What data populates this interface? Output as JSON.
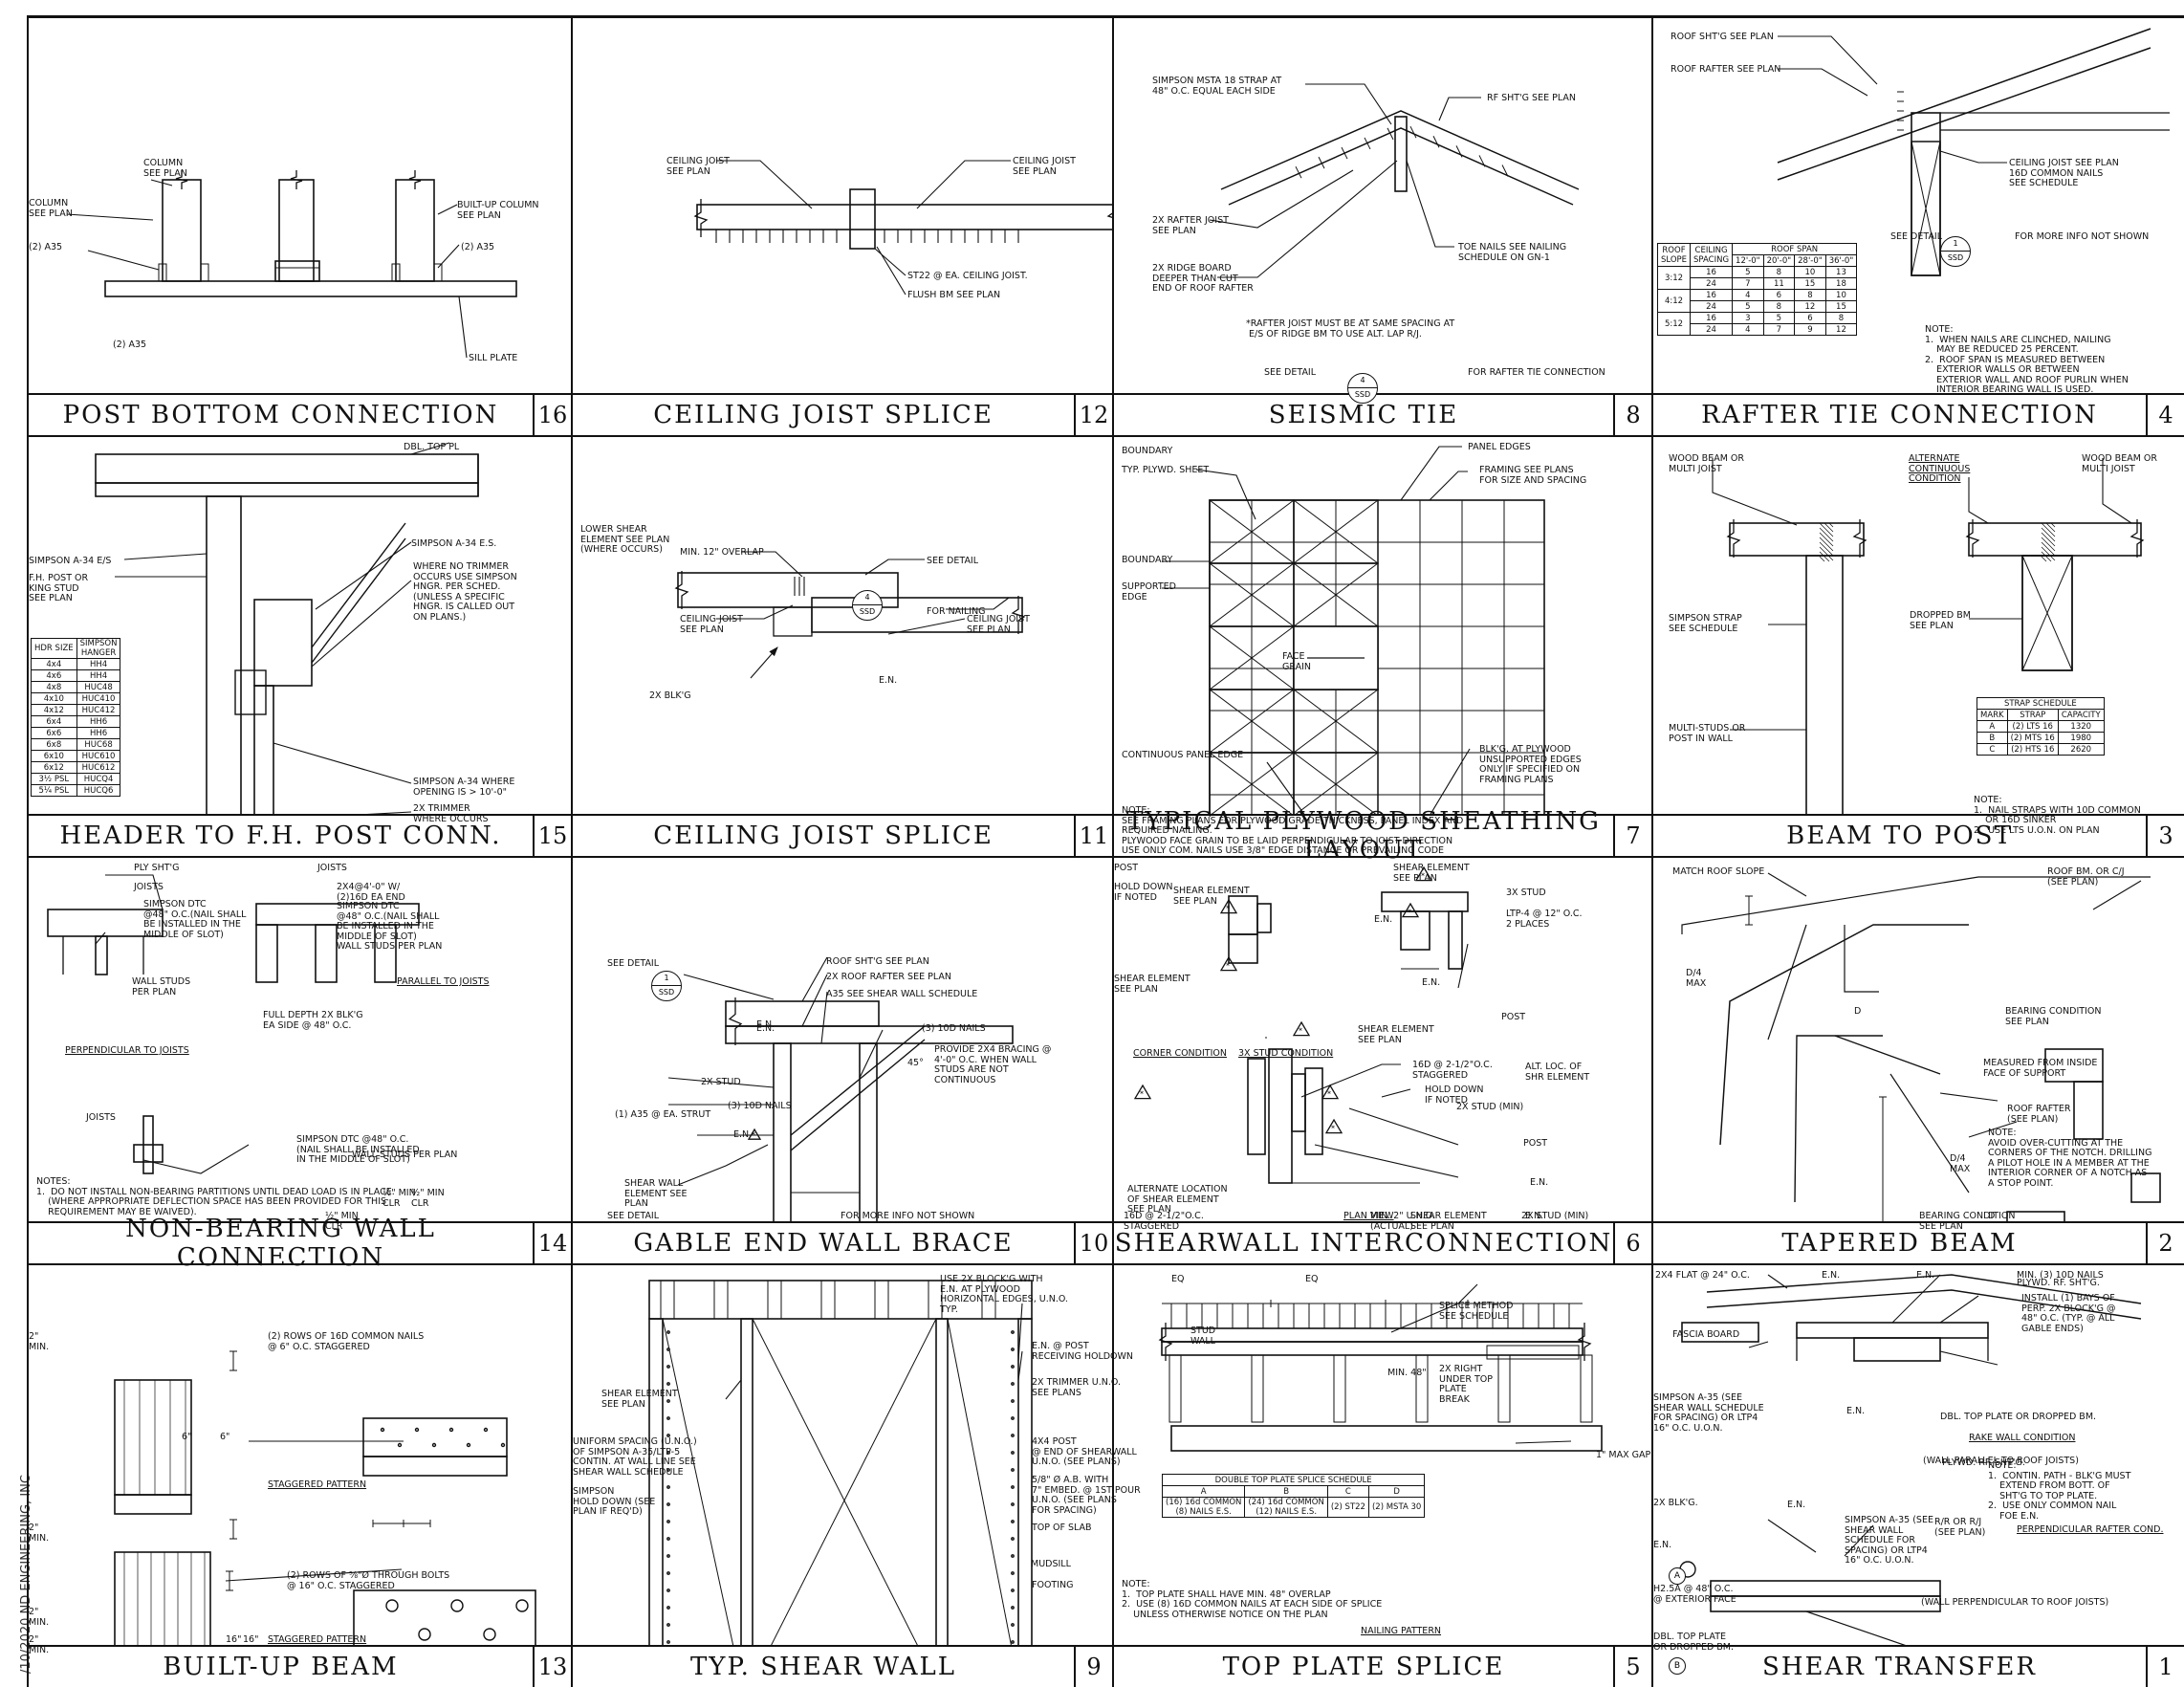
{
  "sheet": {
    "side_note": "/10/2020 ND ENGINEERING, INC",
    "details": [
      {
        "num": "16",
        "title": "POST BOTTOM CONNECTION",
        "labels": [
          "COLUMN\nSEE PLAN",
          "COLUMN\nSEE PLAN",
          "(2) A35",
          "(2) A35",
          "BUILT-UP COLUMN\nSEE PLAN",
          "(2) A35",
          "SILL PLATE"
        ]
      },
      {
        "num": "12",
        "title": "CEILING JOIST SPLICE",
        "labels": [
          "CEILING JOIST\nSEE PLAN",
          "CEILING JOIST\nSEE PLAN",
          "ST22 @ EA. CEILING JOIST.",
          "FLUSH BM SEE PLAN"
        ]
      },
      {
        "num": "8",
        "title": "SEISMIC TIE",
        "labels": [
          "SIMPSON MSTA 18 STRAP AT\n48\" O.C. EQUAL EACH SIDE",
          "RF SHT'G SEE PLAN",
          "2x RAFTER JOIST\nSEE PLAN",
          "2x RIDGE BOARD\nDEEPER THAN CUT\nEND OF ROOF RAFTER",
          "TOE NAILS SEE NAILING\nSCHEDULE ON GN-1",
          "*RAFTER JOIST MUST BE AT SAME SPACING AT\n E/S OF RIDGE BM TO USE ALT. LAP R/J.",
          "SEE DETAIL",
          "FOR RAFTER TIE CONNECTION"
        ],
        "bubble": {
          "top": "4",
          "bottom": "SSD"
        }
      },
      {
        "num": "4",
        "title": "RAFTER TIE CONNECTION",
        "labels": [
          "ROOF SHT'G SEE PLAN",
          "ROOF RAFTER SEE PLAN",
          "CEILING JOIST SEE PLAN\n16d COMMON NAILS\nSEE SCHEDULE",
          "SEE DETAIL",
          "FOR MORE INFO NOT SHOWN"
        ],
        "bubble": {
          "top": "1",
          "bottom": "SSD"
        },
        "table": {
          "head1": [
            "ROOF\nSLOPE",
            "CEILING\nSPACING",
            "ROOF SPAN"
          ],
          "spans": [
            "12'-0\"",
            "20'-0\"",
            "28'-0\"",
            "36'-0\""
          ],
          "rows": [
            [
              "3:12",
              "16",
              "5",
              "8",
              "10",
              "13"
            ],
            [
              "",
              "24",
              "7",
              "11",
              "15",
              "18"
            ],
            [
              "4:12",
              "16",
              "4",
              "6",
              "8",
              "10"
            ],
            [
              "",
              "24",
              "5",
              "8",
              "12",
              "15"
            ],
            [
              "5:12",
              "16",
              "3",
              "5",
              "6",
              "8"
            ],
            [
              "",
              "24",
              "4",
              "7",
              "9",
              "12"
            ]
          ]
        },
        "notes": [
          "NOTE:",
          "1.  WHEN NAILS ARE CLINCHED, NAILING\n    MAY BE REDUCED 25 PERCENT.",
          "2.  ROOF SPAN IS MEASURED BETWEEN\n    EXTERIOR WALLS OR BETWEEN\n    EXTERIOR WALL AND ROOF PURLIN WHEN\n    INTERIOR BEARING WALL IS USED."
        ]
      },
      {
        "num": "15",
        "title": "HEADER TO F.H. POST CONN.",
        "labels": [
          "DBL. TOP PL",
          "SIMPSON A-34 E/S",
          "F.H. POST OR\nKING STUD\nSEE PLAN",
          "SIMPSON A-34 E.S.",
          "WHERE NO TRIMMER\nOCCURS USE SIMPSON\nHNGR. PER SCHED.\n(UNLESS A SPECIFIC\nHNGR. IS CALLED OUT\nON PLANS.)",
          "SIMPSON A-34 WHERE\nOPENING IS > 10'-0\"",
          "2x TRIMMER\nWHERE OCCURS"
        ],
        "table": {
          "head": [
            "HDR SIZE",
            "SIMPSON\nHANGER"
          ],
          "rows": [
            [
              "4x4",
              "HH4"
            ],
            [
              "4x6",
              "HH4"
            ],
            [
              "4x8",
              "HUC48"
            ],
            [
              "4x10",
              "HUC410"
            ],
            [
              "4x12",
              "HUC412"
            ],
            [
              "6x4",
              "HH6"
            ],
            [
              "6x6",
              "HH6"
            ],
            [
              "6x8",
              "HUC68"
            ],
            [
              "6x10",
              "HUC610"
            ],
            [
              "6x12",
              "HUC612"
            ],
            [
              "3½ PSL",
              "HUCQ4"
            ],
            [
              "5¼ PSL",
              "HUCQ6"
            ]
          ]
        }
      },
      {
        "num": "11",
        "title": "CEILING JOIST SPLICE",
        "labels": [
          "MIN. 12\" OVERLAP",
          "SEE DETAIL",
          "FOR NAILING",
          "CEILING JOIST\nSEE PLAN",
          "CEILING JOIST\nSEE PLAN",
          "E.N.",
          "2x BLK'G",
          "LOWER SHEAR\nELEMENT SEE PLAN\n(WHERE OCCURS)"
        ],
        "bubble": {
          "top": "4",
          "bottom": "SSD"
        }
      },
      {
        "num": "7",
        "title": "TYPICAL PLYWOOD SHEATHING LAYOUT",
        "labels": [
          "BOUNDARY",
          "TYP. PLYWD. SHEET",
          "PANEL EDGES",
          "FRAMING SEE PLANS\nFOR SIZE AND SPACING",
          "BOUNDARY",
          "SUPPORTED\nEDGE",
          "FACE\nGRAIN",
          "CONTINUOUS PANEL EDGE",
          "BLK'G. AT PLYWOOD\nUNSUPPORTED EDGES\nONLY IF SPECIFIED ON\nFRAMING PLANS"
        ],
        "notes": [
          "NOTE:",
          "SEE FRAMING PLANS FOR PLYWOOD GRADE,THICKNESS, PANEL INDEX AND\nREQUIRED NAILING.",
          "PLYWOOD FACE GRAIN TO BE LAID PERPENDICULAR TO JOIST DIRECTION",
          "USE ONLY COM. NAILS USE 3/8\" EDGE DISTANCE OR PREVAILING CODE"
        ]
      },
      {
        "num": "3",
        "title": "BEAM TO POST",
        "labels": [
          "WOOD BEAM OR\nMULTI JOIST",
          "ALTERNATE\nCONTINUOUS\nCONDITION",
          "WOOD BEAM OR\nMULTI JOIST",
          "SIMPSON STRAP\nSEE SCHEDULE",
          "DROPPED BM\nSEE PLAN",
          "MULTI-STUDS OR\nPOST IN WALL"
        ],
        "table": {
          "title": "STRAP SCHEDULE",
          "head": [
            "MARK",
            "STRAP",
            "CAPACITY"
          ],
          "rows": [
            [
              "A",
              "(2) LTS 16",
              "1320"
            ],
            [
              "B",
              "(2) MTS 16",
              "1980"
            ],
            [
              "C",
              "(2) HTS 16",
              "2620"
            ]
          ]
        },
        "notes": [
          "NOTE:",
          "1.  NAIL STRAPS WITH 10d COMMON\n    OR 16d SINKER",
          "2.  USE LTS U.O.N. ON PLAN"
        ]
      },
      {
        "num": "14",
        "title": "NON-BEARING WALL CONNECTION",
        "labels": [
          "PLY SHT'G",
          "JOISTS",
          "SIMPSON DTC\n@48\" O.C.(NAIL SHALL\nBE INSTALLED IN THE\nMIDDLE OF SLOT)",
          "WALL STUDS\nPER PLAN",
          "PERPENDICULAR TO JOISTS",
          "JOISTS",
          "2x4@4'-0\" w/\n(2)16d EA END",
          "SIMPSON DTC\n@48\" O.C.(NAIL SHALL\nBE INSTALLED IN THE\nMIDDLE OF SLOT)\nWALL STUDS PER PLAN",
          "PARALLEL TO JOISTS",
          "FULL DEPTH 2x BLK'G\nEA SIDE @ 48\" O.C.",
          "JOISTS",
          "SIMPSON DTC @48\" O.C.\n(NAIL SHALL BE INSTALLED\nIN THE MIDDLE OF SLOT)",
          "WALL STUDS PER PLAN",
          "½\" MIN\nCLR",
          "½\" MIN\nCLR",
          "½\" MIN\nCLR"
        ],
        "notes": [
          "NOTES:",
          "1.  DO NOT INSTALL NON-BEARING PARTITIONS UNTIL DEAD LOAD IS IN PLACE.\n    (WHERE APPROPRIATE DEFLECTION SPACE HAS BEEN PROVIDED FOR THIS\n    REQUIREMENT MAY BE WAIVED)."
        ]
      },
      {
        "num": "10",
        "title": "GABLE END WALL BRACE",
        "labels": [
          "SEE DETAIL",
          "ROOF SHT'G SEE PLAN",
          "2x ROOF RAFTER SEE PLAN",
          "A35 SEE SHEAR WALL SCHEDULE",
          "E.N.",
          "E.N.",
          "(3) 10d NAILS",
          "PROVIDE 2x4 BRACING @\n4'-0\" O.C. WHEN WALL\nSTUDS ARE NOT\nCONTINUOUS",
          "2x STUD",
          "(3) 10d NAILS",
          "45°",
          "(1) A35 @ EA. STRUT",
          "E.N.",
          "SHEAR WALL\nELEMENT SEE\nPLAN",
          "SEE DETAIL",
          "FOR MORE INFO NOT SHOWN"
        ],
        "bubble": {
          "top": "1",
          "bottom": "SSD"
        }
      },
      {
        "num": "6",
        "title": "SHEARWALL INTERCONNECTION",
        "labels": [
          "POST",
          "HOLD DOWN\nIF NOTED",
          "SHEAR ELEMENT\nSEE PLAN",
          "SHEAR ELEMENT\nSEE PLAN",
          "E.N.",
          "SHEAR ELEMENT\nSEE PLAN",
          "3x STUD",
          "LTP-4 @ 12\" O.C.\n2 PLACES",
          "E.N.",
          "POST",
          "CORNER CONDITION",
          "3x STUD CONDITION",
          "SHEAR ELEMENT\nSEE PLAN",
          "16d @ 2-1/2\"O.C.\nSTAGGERED",
          "ALT. LOC. OF\nSHR ELEMENT",
          "HOLD DOWN\nIF NOTED",
          "2x STUD (MIN)",
          "POST",
          "E.N.",
          "E.N.",
          "SHEAR ELEMENT\nSEE PLAN",
          "2x STUD (MIN)",
          "MIN. 2\" U.N.O.\n(ACTUAL)",
          "ALTERNATE LOCATION\nOF SHEAR ELEMENT\nSEE PLAN",
          "16d @ 2-1/2\"O.C.\nSTAGGERED",
          "PLAN VIEW"
        ]
      },
      {
        "num": "2",
        "title": "TAPERED BEAM",
        "labels": [
          "MATCH ROOF SLOPE",
          "ROOF BM. OR C/J\n(SEE PLAN)",
          "D/4\nMAX",
          "D",
          "BEARING CONDITION\nSEE PLAN",
          "MEASURED FROM INSIDE\nFACE OF SUPPORT",
          "ROOF RAFTER\n(SEE PLAN)",
          "NOTE:\nAVOID OVER-CUTTING AT THE\nCORNERS OF THE NOTCH. DRILLING\nA PILOT HOLE IN A MEMBER AT THE\nINTERIOR CORNER OF A NOTCH AS\nA STOP POINT.",
          "D/4\nMAX",
          "D",
          "BEARING CONDITION\nSEE PLAN"
        ]
      },
      {
        "num": "13",
        "title": "BUILT-UP BEAM",
        "labels": [
          "2\"\nMIN.",
          "(2) ROWS OF 16d COMMON NAILS\n@ 6\" O.C. STAGGERED",
          "6\"",
          "6\"",
          "STAGGERED PATTERN",
          "2\"\nMIN.",
          "2\"\nMIN.",
          "(2) ROWS OF ⅝\"ø THROUGH BOLTS\n@ 16\" O.C. STAGGERED",
          "16\"",
          "16\"",
          "STAGGERED PATTERN",
          "2\"\nMIN."
        ]
      },
      {
        "num": "9",
        "title": "TYP. SHEAR WALL",
        "labels": [
          "UNIFORM SPACING (U.N.O.)\nOF SIMPSON A-35/LTP-5\nCONTIN. AT WALL LINE SEE\nSHEAR WALL SCHEDULE",
          "USE 2x BLOCK'G WITH\nE.N. AT PLYWOOD\nHORIZONTAL EDGES, U.N.O.",
          "TYP.",
          "E.N. @ POST\nRECEIVING HOLDOWN",
          "SHEAR ELEMENT\nSEE PLAN",
          "2x TRIMMER U.N.O.\nSEE PLANS",
          "4x4 POST\n@ END OF SHEARWALL\nU.N.O. (SEE PLANS)",
          "SIMPSON\nHOLD DOWN (SEE\nPLAN IF REQ'D)",
          "5/8\" ø A.B. WITH\n7\" EMBED. @ 1st POUR\nU.N.O. (SEE PLANS\nFOR SPACING)",
          "TOP OF SLAB",
          "MUDSILL",
          "FOOTING"
        ]
      },
      {
        "num": "5",
        "title": "TOP PLATE SPLICE",
        "labels": [
          "EQ",
          "EQ",
          "SPLICE METHOD\nSEE SCHEDULE",
          "STUD\nWALL",
          "MIN. 48\"",
          "2x RIGHT\nUNDER TOP\nPLATE\nBREAK",
          "1\" MAX GAP",
          "NAILING PATTERN"
        ],
        "table": {
          "title": "DOUBLE TOP PLATE SPLICE SCHEDULE",
          "head": [
            "A",
            "B",
            "C",
            "D"
          ],
          "rows": [
            [
              "(16) 16d COMMON\n(8) NAILS E.S.",
              "(24) 16d COMMON\n(12) NAILS E.S.",
              "(2) ST22",
              "(2) MSTA 30"
            ]
          ]
        },
        "notes": [
          "NOTE:",
          "1.  TOP PLATE SHALL HAVE MIN. 48\" OVERLAP",
          "2.  USE (8) 16d COMMON NAILS AT EACH SIDE OF SPLICE\n    UNLESS OTHERWISE NOTICE ON THE PLAN"
        ]
      },
      {
        "num": "1",
        "title": "SHEAR TRANSFER",
        "labels": [
          "2x4 FLAT @ 24\" O.C.",
          "E.N.",
          "E.N.",
          "MIN. (3) 10d NAILS",
          "PLYWD. RF. SHT'G.",
          "FASCIA BOARD",
          "INSTALL (1) BAYS OF\nPERP. 2x BLOCK'G @\n48\" O.C. (TYP. @ ALL\nGABLE ENDS)",
          "SIMPSON A-35 (SEE\nSHEAR WALL SCHEDULE\nFOR SPACING) OR LTP4\n16\" O.C. U.O.N.",
          "E.N.",
          "DBL. TOP PLATE OR DROPPED BM.",
          "RAKE WALL CONDITION",
          "(WALL PARALLEL TO ROOF JOISTS)",
          "PLYWD. RF. SHT'G.",
          "2x BLK'G.",
          "E.N.",
          "SIMPSON A-35 (SEE\nSHEAR WALL\nSCHEDULE FOR\nSPACING) OR LTP4\n16\" O.C. U.O.N.",
          "E.N.",
          "R/R OR R/J\n(SEE PLAN)",
          "H2.5A @ 48\" O.C.\n@ EXTERIOR FACE",
          "DBL. TOP PLATE\nOR DROPPED BM.",
          "PERPENDICULAR RAFTER COND.",
          "(WALL PERPENDICULAR TO ROOF JOISTS)"
        ],
        "notes": [
          "NOTE:",
          "1.  CONTIN. PATH - BLK'G MUST\n    EXTEND FROM BOTT. OF\n    SHT'G TO TOP PLATE.",
          "2.  USE ONLY COMMON NAIL\n    FOE E.N."
        ],
        "markers": [
          "A",
          "B"
        ]
      }
    ]
  }
}
